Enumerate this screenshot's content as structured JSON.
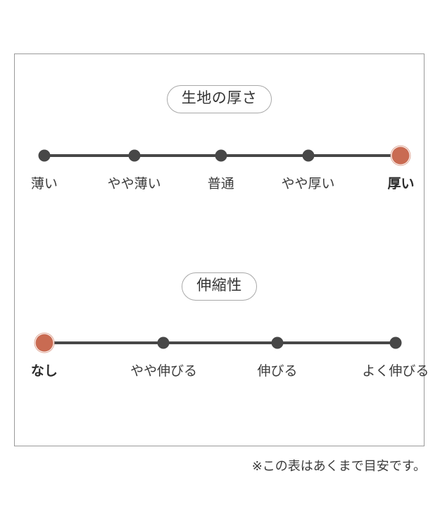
{
  "footnote": "※この表はあくまで目安です。",
  "colors": {
    "selected": "#c96b52",
    "selected_ring": "#dfa796",
    "track": "#474747",
    "frame_border": "#9a9a9a",
    "pill_border": "#a8a8a8",
    "text": "#333333"
  },
  "chart_data": {
    "type": "scatter",
    "title": "",
    "charts": [
      {
        "title": "生地の厚さ",
        "categories": [
          "薄い",
          "やや薄い",
          "普通",
          "やや厚い",
          "厚い"
        ],
        "values": [
          0,
          0,
          0,
          0,
          1
        ],
        "selected_index": 4,
        "selected_label": "厚い",
        "positions_pct": [
          7.2,
          29.2,
          50.4,
          71.7,
          94.4
        ],
        "xlabel": "",
        "ylabel": "",
        "grid": false,
        "legend": "none"
      },
      {
        "title": "伸縮性",
        "categories": [
          "なし",
          "やや伸びる",
          "伸びる",
          "よく伸びる"
        ],
        "values": [
          1,
          0,
          0,
          0
        ],
        "selected_index": 0,
        "selected_label": "なし",
        "positions_pct": [
          7.2,
          36.4,
          64.2,
          93.1
        ],
        "xlabel": "",
        "ylabel": "",
        "grid": false,
        "legend": "none"
      }
    ]
  }
}
